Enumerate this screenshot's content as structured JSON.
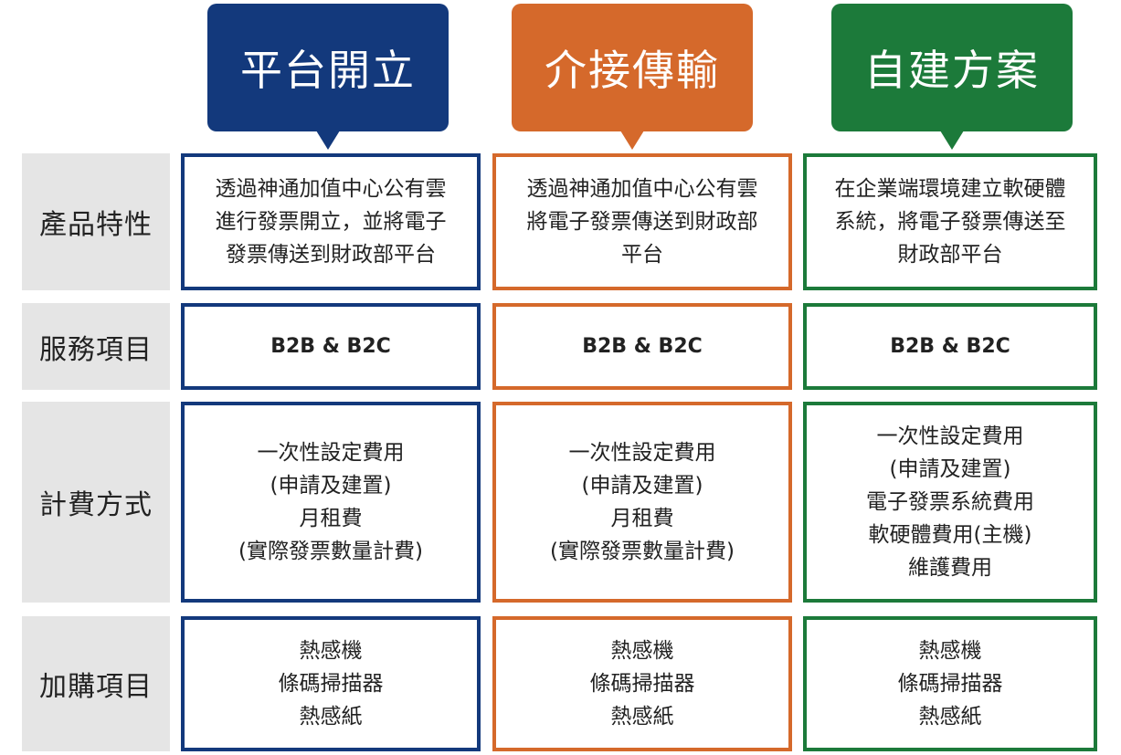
{
  "headers": [
    "平台開立",
    "介接傳輸",
    "自建方案"
  ],
  "row_labels": [
    "產品特性",
    "服務項目",
    "計費方式",
    "加購項目"
  ],
  "colors": {
    "col1": "#13397c",
    "col2": "#d5692b",
    "col3": "#1c7a3a",
    "label_bg": "#e5e5e5"
  },
  "cells": {
    "features": [
      [
        "透過神通加值中心公有雲",
        "進行發票開立，並將電子",
        "發票傳送到財政部平台"
      ],
      [
        "透過神通加值中心公有雲",
        "將電子發票傳送到財政部",
        "平台"
      ],
      [
        "在企業端環境建立軟硬體",
        "系統，將電子發票傳送至",
        "財政部平台"
      ]
    ],
    "services": [
      "B2B & B2C",
      "B2B & B2C",
      "B2B & B2C"
    ],
    "billing": [
      [
        "一次性設定費用",
        "(申請及建置)",
        "月租費",
        "(實際發票數量計費)"
      ],
      [
        "一次性設定費用",
        "(申請及建置)",
        "月租費",
        "(實際發票數量計費)"
      ],
      [
        "一次性設定費用",
        "(申請及建置)",
        "電子發票系統費用",
        "軟硬體費用(主機)",
        "維護費用"
      ]
    ],
    "addons": [
      [
        "熱感機",
        "條碼掃描器",
        "熱感紙"
      ],
      [
        "熱感機",
        "條碼掃描器",
        "熱感紙"
      ],
      [
        "熱感機",
        "條碼掃描器",
        "熱感紙"
      ]
    ]
  }
}
